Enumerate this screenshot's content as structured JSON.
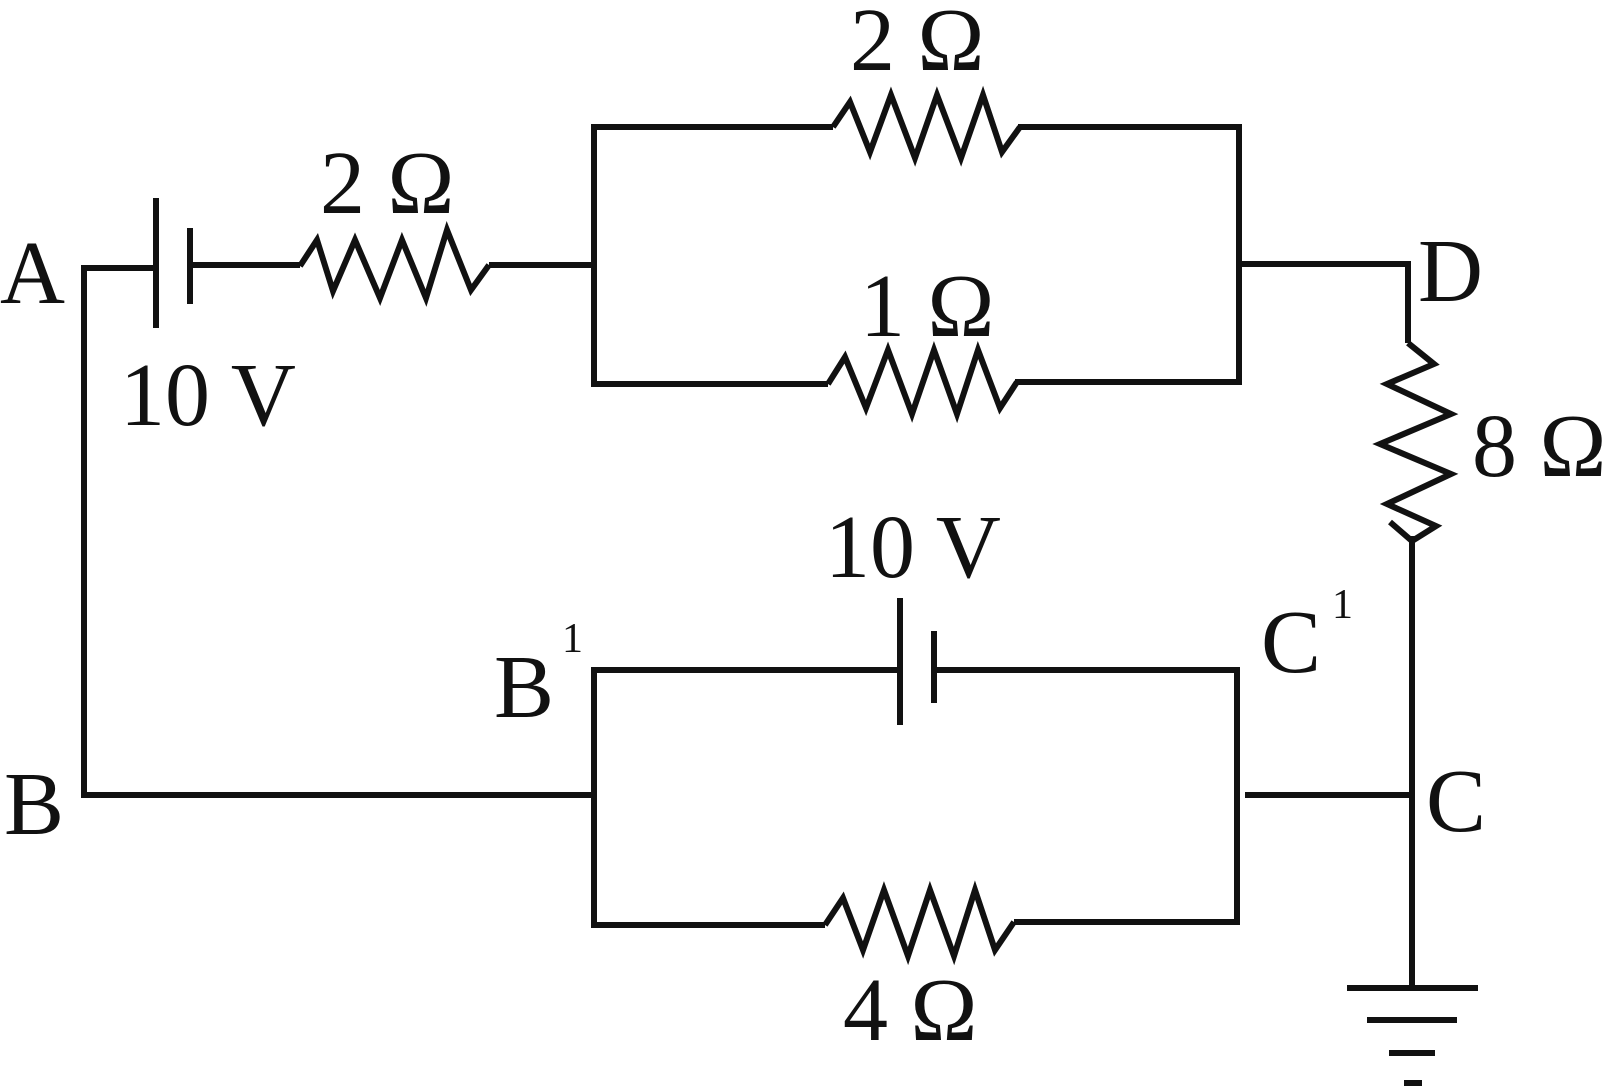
{
  "diagram": {
    "type": "circuit",
    "nodes": {
      "A": "A",
      "B": "B",
      "C": "C",
      "D": "D",
      "B1": {
        "letter": "B",
        "superscript": "1"
      },
      "C1": {
        "letter": "C",
        "superscript": "1"
      }
    },
    "components": {
      "battery_left": {
        "label": "10 V"
      },
      "battery_middle": {
        "label": "10 V"
      },
      "resistor_series_top": {
        "label": "2 Ω"
      },
      "resistor_parallel_top": {
        "label": "2 Ω"
      },
      "resistor_parallel_bottom": {
        "label": "1 Ω"
      },
      "resistor_right": {
        "label": "8 Ω"
      },
      "resistor_lower": {
        "label": "4 Ω"
      }
    },
    "colors": {
      "stroke": "#111111",
      "background": "#ffffff"
    }
  }
}
